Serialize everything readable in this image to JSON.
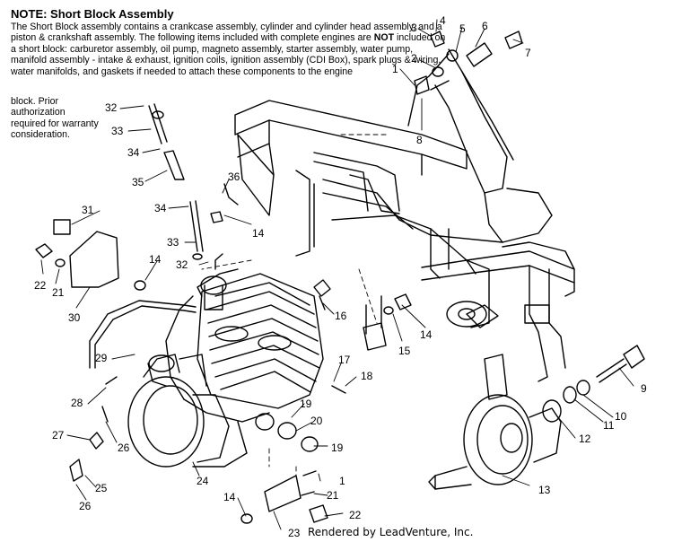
{
  "note": {
    "title": "NOTE:  Short Block Assembly",
    "body_prefix": "The Short Block assembly contains a crankcase assembly, cylinder and cylinder head assembly, and a piston & crankshaft assembly.  The following items included with complete engines are ",
    "emphasis": "NOT",
    "body_suffix": " included on a short block:  carburetor assembly, oil pump, magneto assembly, starter assembly, water pump, manifold assembly - intake & exhaust, ignition coils, ignition assembly (CDI Box), spark plugs & wiring, water manifolds, and gaskets if needed to attach these components to the engine",
    "tail": "block.  Prior authorization required for warranty consideration."
  },
  "callouts": [
    "1",
    "2",
    "3",
    "4",
    "5",
    "6",
    "7",
    "8",
    "9",
    "10",
    "11",
    "12",
    "13",
    "14",
    "15",
    "16",
    "17",
    "18",
    "19",
    "20",
    "21",
    "22",
    "23",
    "24",
    "25",
    "26",
    "27",
    "28",
    "29",
    "30",
    "31",
    "32",
    "33",
    "34",
    "35",
    "36"
  ],
  "labels": [
    {
      "id": "3",
      "text": "3"
    },
    {
      "id": "4",
      "text": "4"
    },
    {
      "id": "5",
      "text": "5"
    },
    {
      "id": "6",
      "text": "6"
    },
    {
      "id": "7",
      "text": "7"
    },
    {
      "id": "2",
      "text": "2"
    },
    {
      "id": "1a",
      "text": "1"
    },
    {
      "id": "8",
      "text": "8"
    },
    {
      "id": "32a",
      "text": "32"
    },
    {
      "id": "33a",
      "text": "33"
    },
    {
      "id": "34a",
      "text": "34"
    },
    {
      "id": "35",
      "text": "35"
    },
    {
      "id": "36",
      "text": "36"
    },
    {
      "id": "34b",
      "text": "34"
    },
    {
      "id": "31",
      "text": "31"
    },
    {
      "id": "14a",
      "text": "14"
    },
    {
      "id": "33b",
      "text": "33"
    },
    {
      "id": "32b",
      "text": "32"
    },
    {
      "id": "14b",
      "text": "14"
    },
    {
      "id": "22a",
      "text": "22"
    },
    {
      "id": "21a",
      "text": "21"
    },
    {
      "id": "30",
      "text": "30"
    },
    {
      "id": "16",
      "text": "16"
    },
    {
      "id": "15",
      "text": "15"
    },
    {
      "id": "14c",
      "text": "14"
    },
    {
      "id": "29",
      "text": "29"
    },
    {
      "id": "17",
      "text": "17"
    },
    {
      "id": "18",
      "text": "18"
    },
    {
      "id": "28",
      "text": "28"
    },
    {
      "id": "19a",
      "text": "19"
    },
    {
      "id": "20",
      "text": "20"
    },
    {
      "id": "19b",
      "text": "19"
    },
    {
      "id": "27",
      "text": "27"
    },
    {
      "id": "26a",
      "text": "26"
    },
    {
      "id": "24",
      "text": "24"
    },
    {
      "id": "25",
      "text": "25"
    },
    {
      "id": "26b",
      "text": "26"
    },
    {
      "id": "9",
      "text": "9"
    },
    {
      "id": "10",
      "text": "10"
    },
    {
      "id": "11",
      "text": "11"
    },
    {
      "id": "12",
      "text": "12"
    },
    {
      "id": "13",
      "text": "13"
    },
    {
      "id": "1b",
      "text": "1"
    },
    {
      "id": "21b",
      "text": "21"
    },
    {
      "id": "14d",
      "text": "14"
    },
    {
      "id": "22b",
      "text": "22"
    },
    {
      "id": "23",
      "text": "23"
    }
  ],
  "footer": "Rendered by LeadVenture, Inc.",
  "colors": {
    "ink": "#000000",
    "paper": "#ffffff"
  }
}
